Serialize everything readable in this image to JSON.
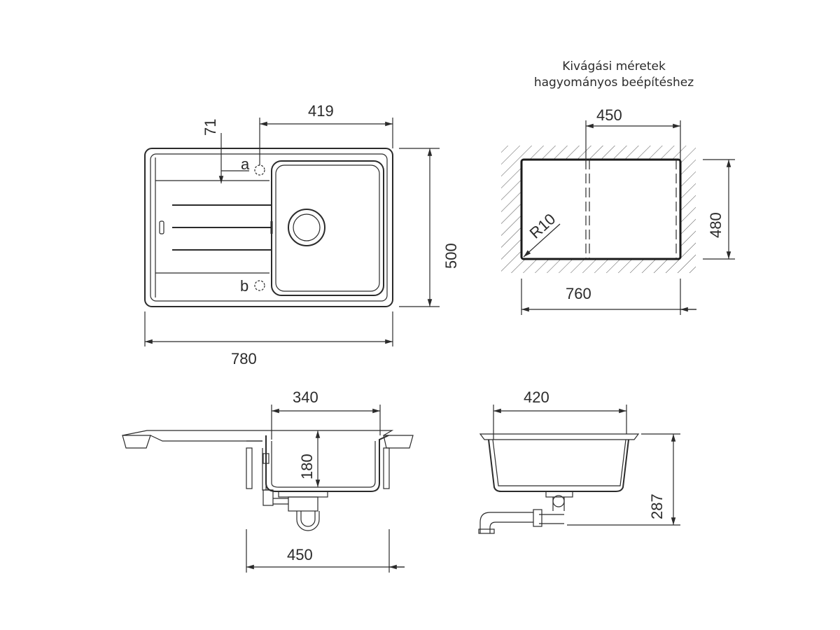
{
  "cutout": {
    "caption_line1": "Kivágási méretek",
    "caption_line2": "hagyományos beépítéshez",
    "inner_dim": "450",
    "height_dim": "480",
    "width_dim": "760",
    "radius": "R10"
  },
  "top_view": {
    "bowl_width": "419",
    "drainer_offset": "71",
    "height": "500",
    "width": "780",
    "label_a": "a",
    "label_b": "b"
  },
  "front_section": {
    "bowl_width": "340",
    "depth": "180",
    "cabinet": "450"
  },
  "side_section": {
    "bowl_width": "420",
    "height": "287"
  }
}
